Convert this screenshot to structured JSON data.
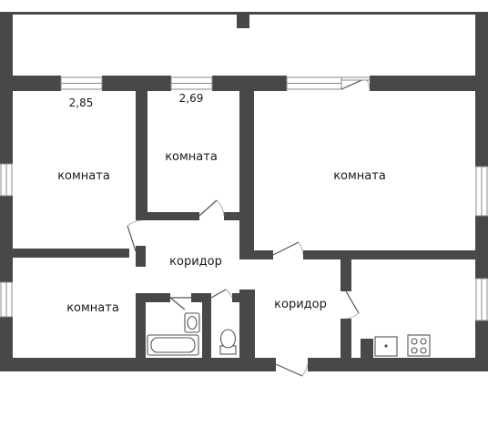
{
  "plan": {
    "ceiling_heights": {
      "left": "2,85",
      "middle": "2,69"
    },
    "rooms": {
      "room_top_left": "комната",
      "room_top_middle": "комната",
      "room_top_right": "комната",
      "room_bottom_left": "комната",
      "corridor_center": "коридор",
      "corridor_right": "коридор"
    }
  },
  "colors": {
    "wall": "#484848",
    "background": "#ffffff"
  }
}
